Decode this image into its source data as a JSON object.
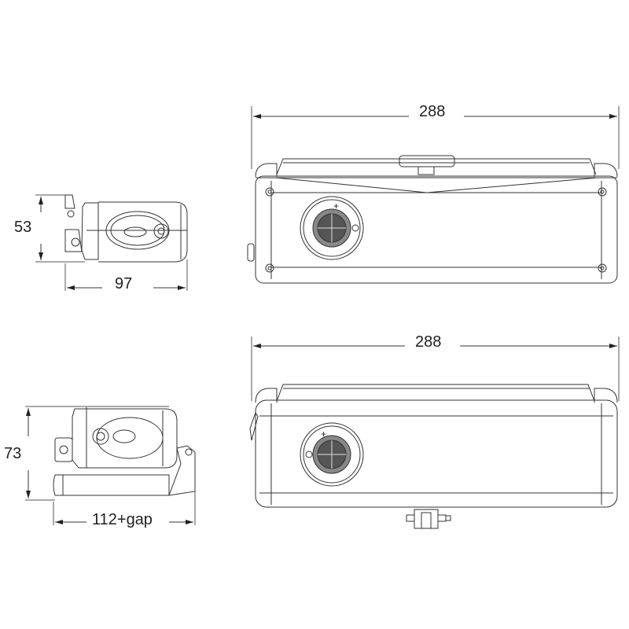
{
  "drawing": {
    "title": "Door closer dimension drawing",
    "views": [
      {
        "id": "side-view-top",
        "dimensions": {
          "height": "53",
          "width": "97"
        }
      },
      {
        "id": "front-view-top",
        "dimensions": {
          "width": "288"
        }
      },
      {
        "id": "side-view-bottom",
        "dimensions": {
          "height": "73",
          "width": "112+gap"
        }
      },
      {
        "id": "front-view-bottom",
        "dimensions": {
          "width": "288"
        }
      }
    ],
    "labels": {
      "top_front_width": "288",
      "top_side_height": "53",
      "top_side_width": "97",
      "bottom_front_width": "288",
      "bottom_side_height": "73",
      "bottom_side_width": "112+gap"
    },
    "colors": {
      "line": "#333333",
      "background": "#ffffff",
      "text": "#222222"
    }
  }
}
